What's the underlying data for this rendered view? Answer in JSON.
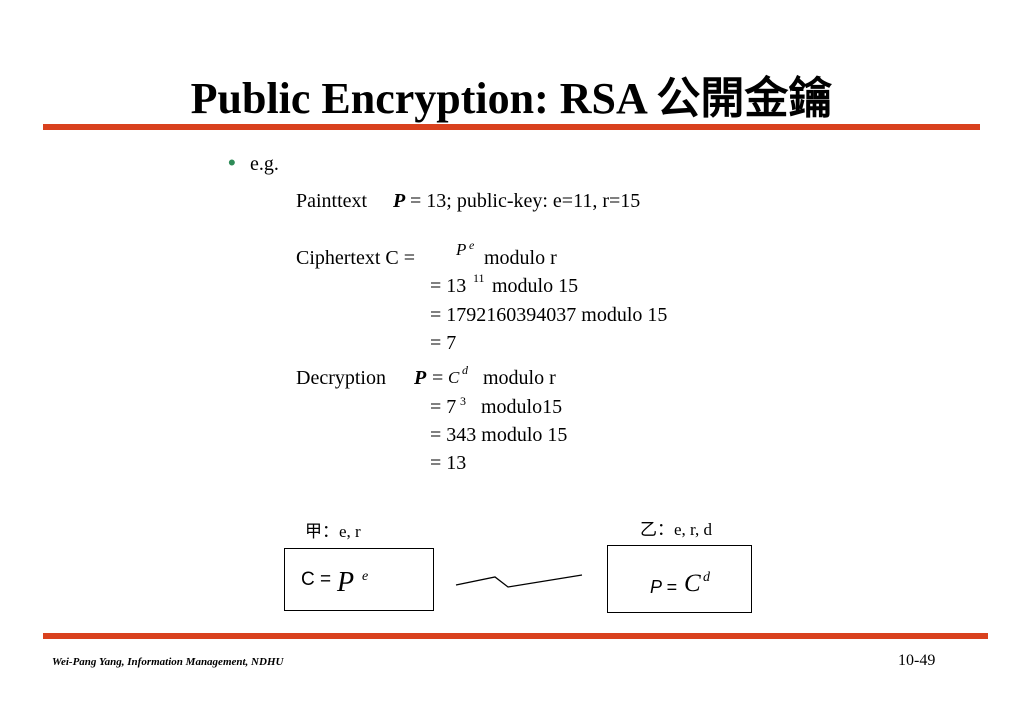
{
  "slide": {
    "title": "Public Encryption: RSA 公開金鑰",
    "accent_color": "#d9411e",
    "bullet_color": "#2e8b57",
    "bullet": "e.g.",
    "plaintext": {
      "label": "Painttext",
      "var": "P",
      "rest": "= 13;  public-key: e=11, r=15"
    },
    "ciphertext": {
      "label": "Ciphertext  C =",
      "base": "P",
      "exp": "e",
      "suffix": "modulo r",
      "step1_prefix": "= 13",
      "step1_exp": "11",
      "step1_suffix": "modulo 15",
      "step2": "= 1792160394037 modulo 15",
      "step3": "= 7"
    },
    "decryption": {
      "label": "Decryption",
      "var": "P",
      "eq": "=",
      "base": "C",
      "exp": "d",
      "suffix": "modulo r",
      "step1_prefix": "= 7",
      "step1_exp": "3",
      "step1_suffix": "modulo15",
      "step2": "= 343 modulo 15",
      "step3": "= 13"
    },
    "party_a": {
      "label": "甲：e, r",
      "lhs": "C =",
      "base": "P",
      "exp": "e"
    },
    "party_b": {
      "label": "乙：e, r, d",
      "lhs": "P =",
      "base": "C",
      "exp": "d"
    },
    "footer": {
      "author": "Wei-Pang Yang, Information Management, NDHU",
      "page": "10-49"
    }
  }
}
